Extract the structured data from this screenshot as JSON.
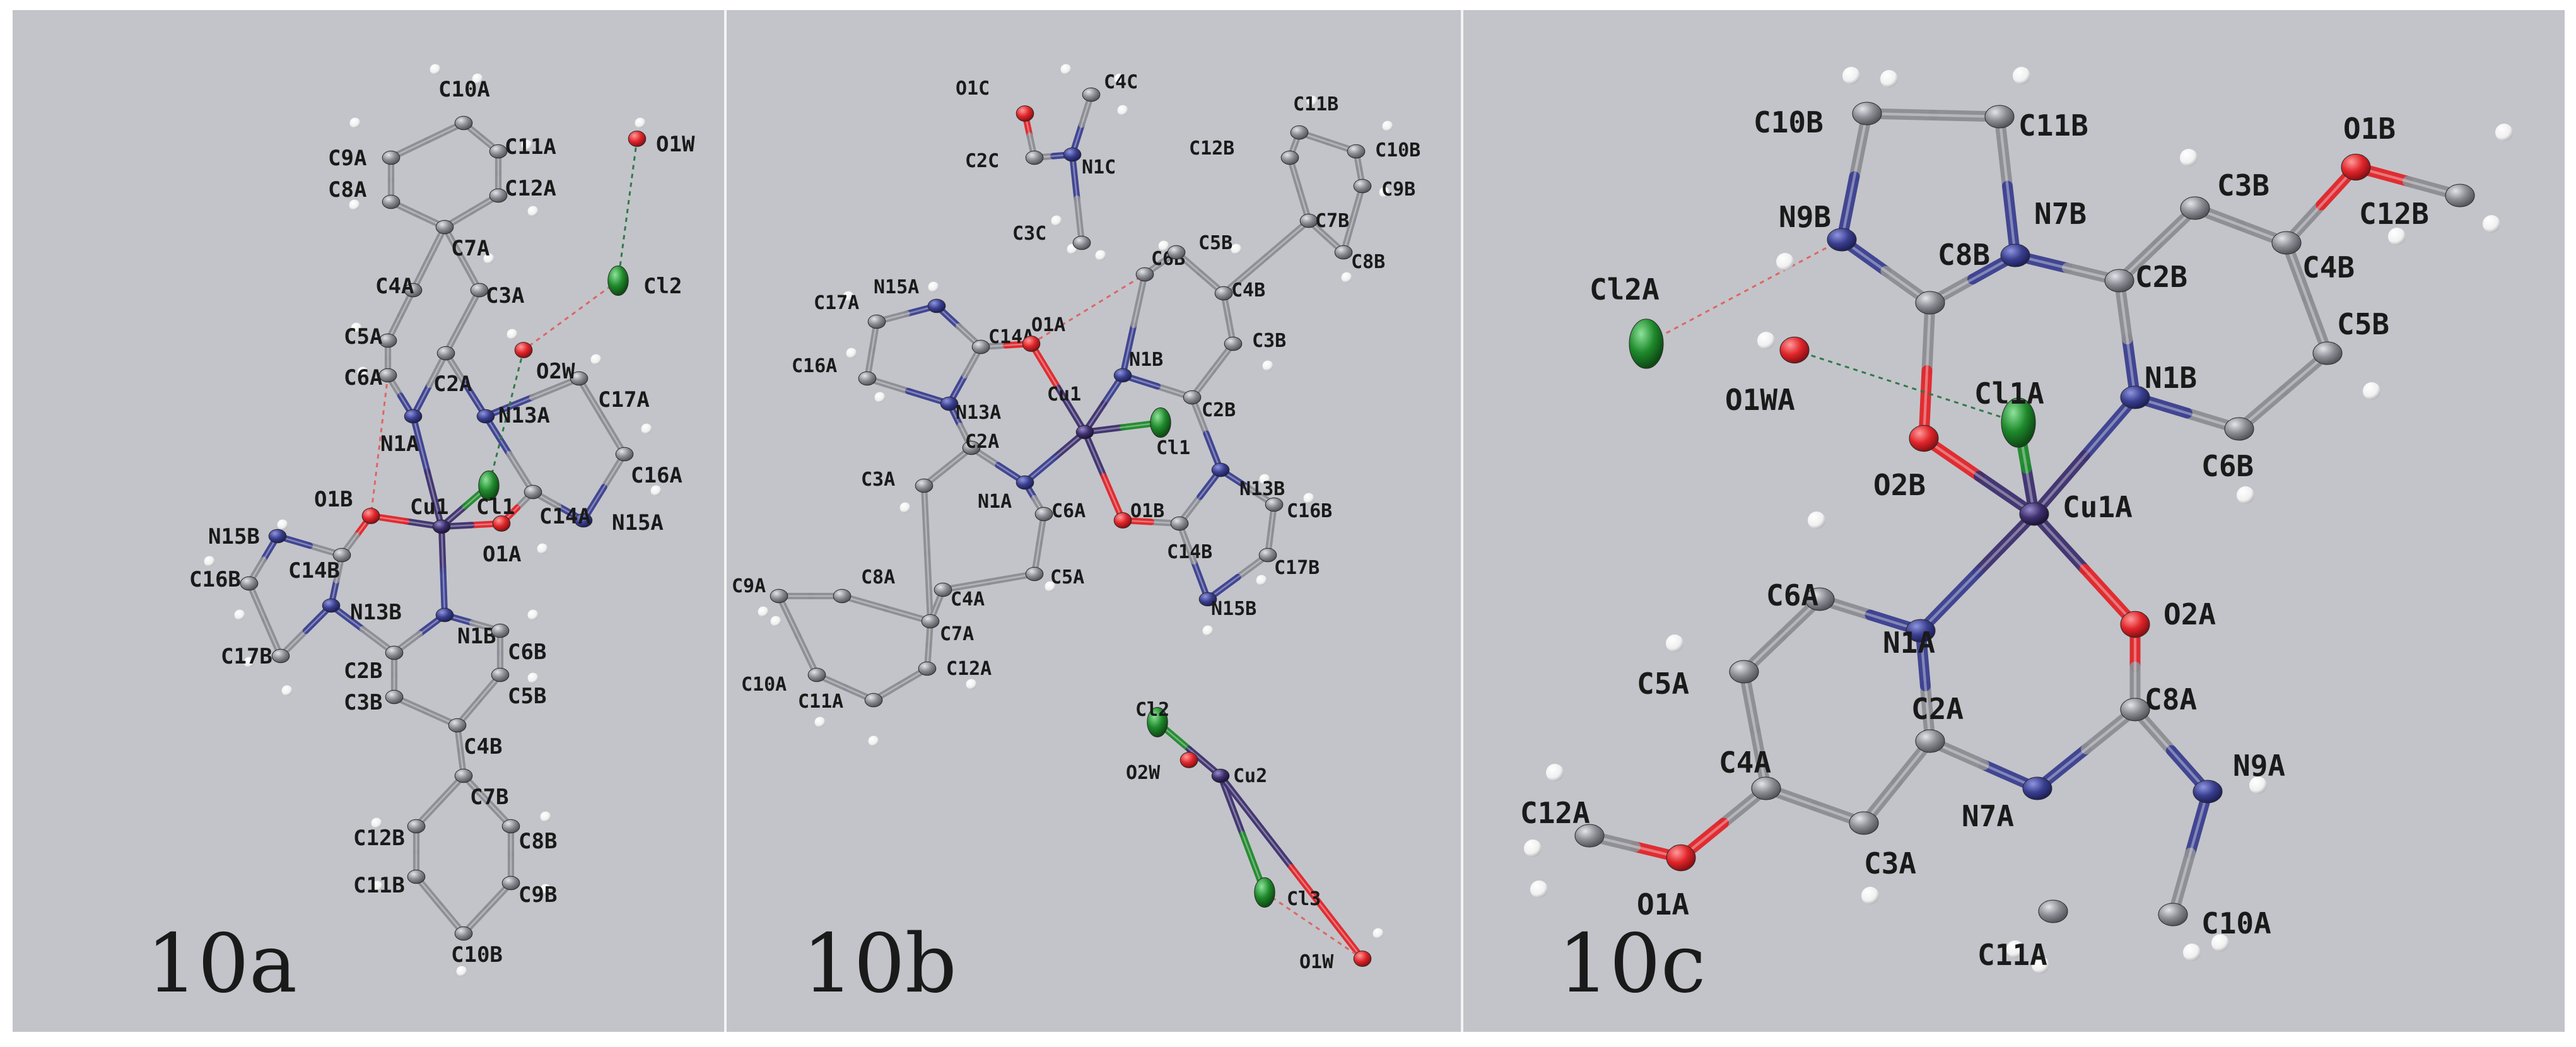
{
  "panels": [
    {
      "id": "a",
      "tag": "10a",
      "atoms": [
        {
          "label": "C10A",
          "el": "C"
        },
        {
          "label": "C11A",
          "el": "C"
        },
        {
          "label": "C12A",
          "el": "C"
        },
        {
          "label": "C9A",
          "el": "C"
        },
        {
          "label": "C8A",
          "el": "C"
        },
        {
          "label": "C7A",
          "el": "C"
        },
        {
          "label": "C4A",
          "el": "C"
        },
        {
          "label": "C3A",
          "el": "C"
        },
        {
          "label": "C5A",
          "el": "C"
        },
        {
          "label": "C6A",
          "el": "C"
        },
        {
          "label": "C2A",
          "el": "C"
        },
        {
          "label": "N1A",
          "el": "N"
        },
        {
          "label": "N13A",
          "el": "N"
        },
        {
          "label": "C17A",
          "el": "C"
        },
        {
          "label": "C16A",
          "el": "C"
        },
        {
          "label": "N15A",
          "el": "N"
        },
        {
          "label": "C14A",
          "el": "C"
        },
        {
          "label": "O1A",
          "el": "O"
        },
        {
          "label": "Cl1",
          "el": "Cl"
        },
        {
          "label": "Cu1",
          "el": "Cu"
        },
        {
          "label": "O1B",
          "el": "O"
        },
        {
          "label": "C14B",
          "el": "C"
        },
        {
          "label": "N15B",
          "el": "N"
        },
        {
          "label": "C16B",
          "el": "C"
        },
        {
          "label": "C17B",
          "el": "C"
        },
        {
          "label": "N13B",
          "el": "N"
        },
        {
          "label": "N1B",
          "el": "N"
        },
        {
          "label": "C2B",
          "el": "C"
        },
        {
          "label": "C3B",
          "el": "C"
        },
        {
          "label": "C6B",
          "el": "C"
        },
        {
          "label": "C5B",
          "el": "C"
        },
        {
          "label": "C4B",
          "el": "C"
        },
        {
          "label": "C7B",
          "el": "C"
        },
        {
          "label": "C12B",
          "el": "C"
        },
        {
          "label": "C8B",
          "el": "C"
        },
        {
          "label": "C11B",
          "el": "C"
        },
        {
          "label": "C9B",
          "el": "C"
        },
        {
          "label": "C10B",
          "el": "C"
        },
        {
          "label": "O1W",
          "el": "O"
        },
        {
          "label": "Cl2",
          "el": "Cl"
        },
        {
          "label": "O2W",
          "el": "O"
        }
      ]
    },
    {
      "id": "b",
      "tag": "10b",
      "atoms": [
        {
          "label": "O1C",
          "el": "O"
        },
        {
          "label": "C4C",
          "el": "C"
        },
        {
          "label": "C2C",
          "el": "C"
        },
        {
          "label": "N1C",
          "el": "N"
        },
        {
          "label": "C3C",
          "el": "C"
        },
        {
          "label": "C11B",
          "el": "C"
        },
        {
          "label": "C12B",
          "el": "C"
        },
        {
          "label": "C10B",
          "el": "C"
        },
        {
          "label": "C9B",
          "el": "C"
        },
        {
          "label": "C7B",
          "el": "C"
        },
        {
          "label": "C8B",
          "el": "C"
        },
        {
          "label": "C6B",
          "el": "C"
        },
        {
          "label": "C5B",
          "el": "C"
        },
        {
          "label": "C4B",
          "el": "C"
        },
        {
          "label": "C3B",
          "el": "C"
        },
        {
          "label": "N15A",
          "el": "N"
        },
        {
          "label": "C17A",
          "el": "C"
        },
        {
          "label": "C14A",
          "el": "C"
        },
        {
          "label": "O1A",
          "el": "O"
        },
        {
          "label": "N1B",
          "el": "N"
        },
        {
          "label": "C16A",
          "el": "C"
        },
        {
          "label": "Cu1",
          "el": "Cu"
        },
        {
          "label": "C2B",
          "el": "C"
        },
        {
          "label": "N13A",
          "el": "N"
        },
        {
          "label": "Cl1",
          "el": "Cl"
        },
        {
          "label": "C2A",
          "el": "C"
        },
        {
          "label": "N13B",
          "el": "N"
        },
        {
          "label": "C3A",
          "el": "C"
        },
        {
          "label": "N1A",
          "el": "N"
        },
        {
          "label": "C6A",
          "el": "C"
        },
        {
          "label": "O1B",
          "el": "O"
        },
        {
          "label": "C16B",
          "el": "C"
        },
        {
          "label": "C14B",
          "el": "C"
        },
        {
          "label": "C17B",
          "el": "C"
        },
        {
          "label": "C5A",
          "el": "C"
        },
        {
          "label": "C8A",
          "el": "C"
        },
        {
          "label": "C4A",
          "el": "C"
        },
        {
          "label": "C9A",
          "el": "C"
        },
        {
          "label": "C7A",
          "el": "C"
        },
        {
          "label": "N15B",
          "el": "N"
        },
        {
          "label": "C12A",
          "el": "C"
        },
        {
          "label": "C10A",
          "el": "C"
        },
        {
          "label": "C11A",
          "el": "C"
        },
        {
          "label": "Cl2",
          "el": "Cl"
        },
        {
          "label": "Cu2",
          "el": "Cu"
        },
        {
          "label": "O2W",
          "el": "O"
        },
        {
          "label": "Cl3",
          "el": "Cl"
        },
        {
          "label": "O1W",
          "el": "O"
        }
      ]
    },
    {
      "id": "c",
      "tag": "10c",
      "atoms": [
        {
          "label": "C10B",
          "el": "C"
        },
        {
          "label": "C11B",
          "el": "C"
        },
        {
          "label": "O1B",
          "el": "O"
        },
        {
          "label": "N9B",
          "el": "N"
        },
        {
          "label": "N7B",
          "el": "N"
        },
        {
          "label": "C3B",
          "el": "C"
        },
        {
          "label": "C12B",
          "el": "C"
        },
        {
          "label": "C8B",
          "el": "C"
        },
        {
          "label": "C2B",
          "el": "C"
        },
        {
          "label": "C4B",
          "el": "C"
        },
        {
          "label": "Cl2A",
          "el": "Cl"
        },
        {
          "label": "C5B",
          "el": "C"
        },
        {
          "label": "Cl1A",
          "el": "Cl"
        },
        {
          "label": "O1WA",
          "el": "O"
        },
        {
          "label": "N1B",
          "el": "N"
        },
        {
          "label": "C6B",
          "el": "C"
        },
        {
          "label": "O2B",
          "el": "O"
        },
        {
          "label": "Cu1A",
          "el": "Cu"
        },
        {
          "label": "C6A",
          "el": "C"
        },
        {
          "label": "O2A",
          "el": "O"
        },
        {
          "label": "N1A",
          "el": "N"
        },
        {
          "label": "C5A",
          "el": "C"
        },
        {
          "label": "C8A",
          "el": "C"
        },
        {
          "label": "C2A",
          "el": "C"
        },
        {
          "label": "N9A",
          "el": "N"
        },
        {
          "label": "C4A",
          "el": "C"
        },
        {
          "label": "C12A",
          "el": "C"
        },
        {
          "label": "N7A",
          "el": "N"
        },
        {
          "label": "C3A",
          "el": "C"
        },
        {
          "label": "O1A",
          "el": "O"
        },
        {
          "label": "C11A",
          "el": "C"
        },
        {
          "label": "C10A",
          "el": "C"
        }
      ]
    }
  ],
  "element_colors": {
    "C": "#8c8d94",
    "N": "#3a3f8f",
    "O": "#e0252a",
    "Cl": "#1f8a2c",
    "Cu": "#3d2f6e",
    "H": "#f2f2f2"
  },
  "background_color": "#c3c4c9"
}
